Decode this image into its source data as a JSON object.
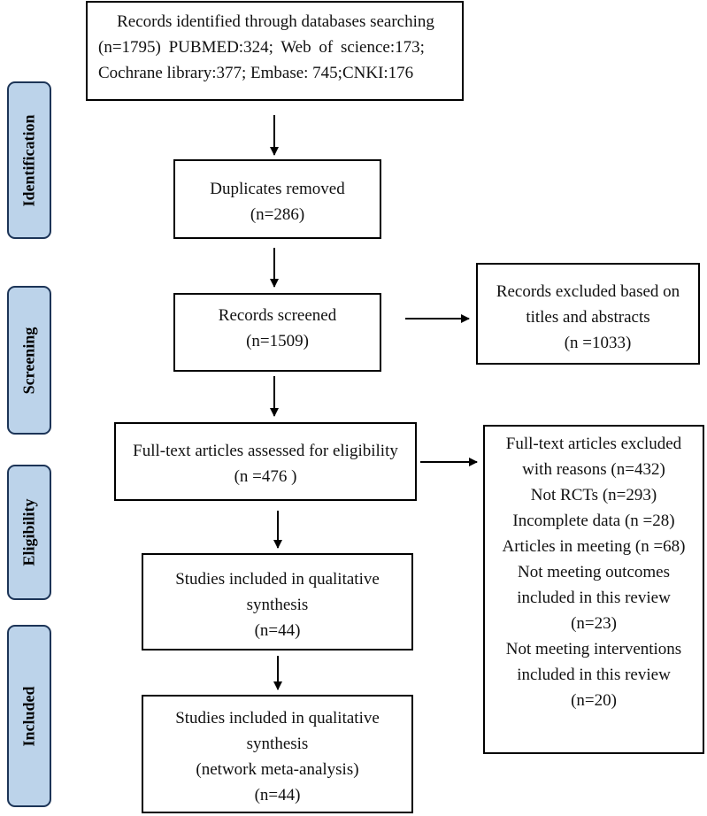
{
  "phases": [
    {
      "id": "identification",
      "label": "Identification"
    },
    {
      "id": "screening",
      "label": "Screening"
    },
    {
      "id": "eligibility",
      "label": "Eligibility"
    },
    {
      "id": "included",
      "label": "Included"
    }
  ],
  "boxes": {
    "identified": {
      "lines": [
        "Records identified through databases searching",
        "(n=1795) PUBMED:324; Web of science:173;",
        "Cochrane library:377; Embase: 745;CNKI:176"
      ]
    },
    "duplicates": {
      "lines": [
        "Duplicates removed",
        "(n=286)"
      ]
    },
    "screened": {
      "lines": [
        "Records screened",
        "(n=1509)"
      ]
    },
    "excluded_titles": {
      "lines": [
        "Records excluded based on",
        "titles and abstracts",
        "(n =1033)"
      ]
    },
    "fulltext": {
      "lines": [
        "Full-text articles assessed for eligibility",
        "(n =476 )"
      ]
    },
    "fulltext_excluded": {
      "lines": [
        "Full-text articles excluded",
        "with reasons (n=432)",
        "Not RCTs (n=293)",
        "Incomplete data (n =28)",
        "Articles in meeting (n =68)",
        "Not meeting outcomes",
        "included in this review",
        "(n=23)",
        "Not meeting interventions",
        "included in this review",
        "(n=20)"
      ]
    },
    "qualitative": {
      "lines": [
        "Studies included in qualitative",
        "synthesis",
        "(n=44)"
      ]
    },
    "network": {
      "lines": [
        "Studies included in qualitative",
        "synthesis",
        "(network meta-analysis)",
        "(n=44)"
      ]
    }
  }
}
